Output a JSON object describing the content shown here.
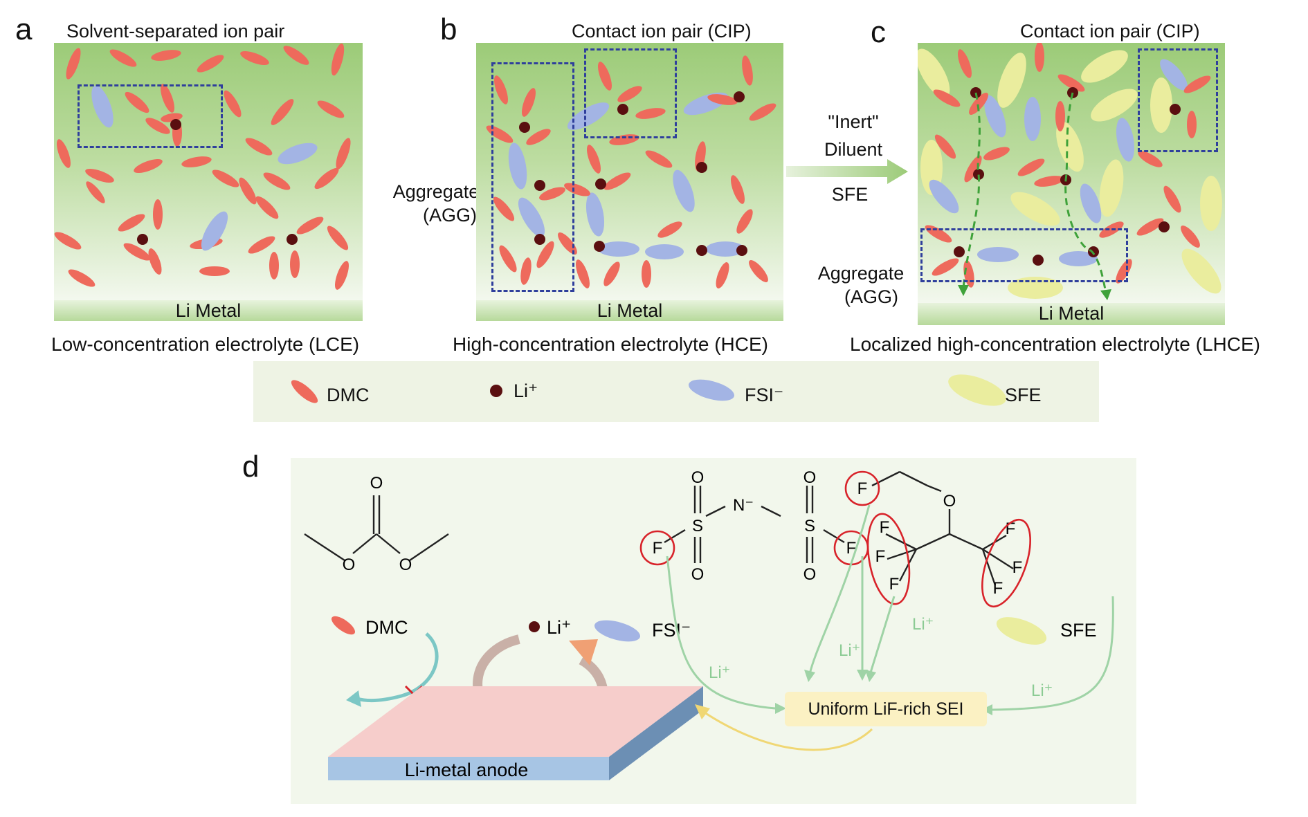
{
  "panel_a": {
    "letter": "a",
    "title": "Solvent-separated ion pair",
    "metal": "Li Metal",
    "caption": "Low-concentration electrolyte (LCE)"
  },
  "panel_b": {
    "letter": "b",
    "title": "Contact ion pair (CIP)",
    "agg_label_1": "Aggregate",
    "agg_label_2": "(AGG)",
    "metal": "Li Metal",
    "caption": "High-concentration electrolyte (HCE)"
  },
  "arrow_bc": {
    "line1": "\"Inert\"",
    "line2": "Diluent",
    "line3": "SFE"
  },
  "panel_c": {
    "letter": "c",
    "title": "Contact ion pair (CIP)",
    "agg_label_1": "Aggregate",
    "agg_label_2": "(AGG)",
    "metal": "Li Metal",
    "caption": "Localized high-concentration electrolyte (LHCE)"
  },
  "legend": {
    "items": [
      {
        "label": "DMC",
        "color": "#ee6a5c"
      },
      {
        "label": "Li⁺",
        "color": "#5a0f10"
      },
      {
        "label": "FSI⁻",
        "color": "#a3b4e4"
      },
      {
        "label": "SFE",
        "color": "#eaed9e"
      }
    ]
  },
  "panel_d": {
    "letter": "d",
    "dmc_label": "DMC",
    "li_label": "Li⁺",
    "fsi_label": "FSI⁻",
    "sfe_label": "SFE",
    "sei_label": "Uniform LiF-rich SEI",
    "anode_label": "Li-metal anode",
    "li_flux_label": "Li⁺",
    "atoms": {
      "O": "O",
      "N": "N⁻",
      "S": "S",
      "F": "F"
    }
  }
}
